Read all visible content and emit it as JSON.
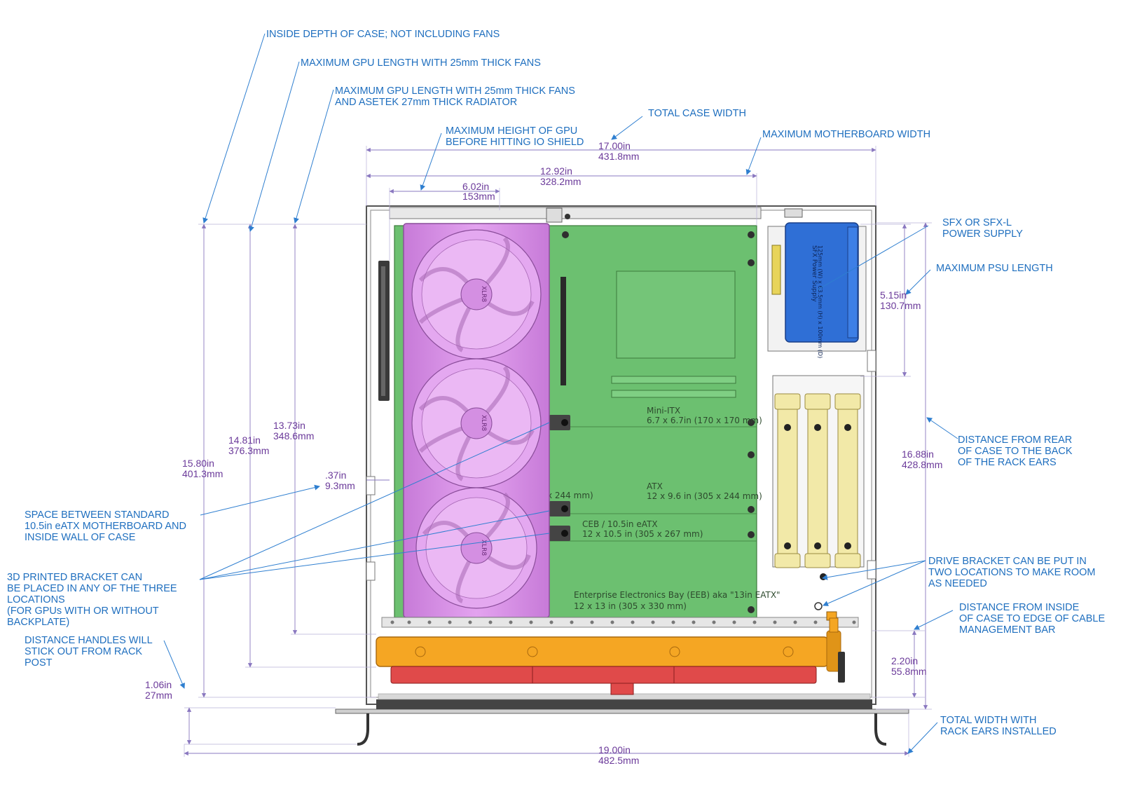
{
  "callouts": {
    "inside_depth": "INSIDE DEPTH OF CASE; NOT INCLUDING FANS",
    "gpu_len_25": "MAXIMUM GPU LENGTH WITH 25mm THICK FANS",
    "gpu_len_rad_1": "MAXIMUM GPU LENGTH WITH 25mm THICK FANS",
    "gpu_len_rad_2": "AND ASETEK 27mm THICK RADIATOR",
    "total_width": "TOTAL CASE WIDTH",
    "gpu_height_1": "MAXIMUM HEIGHT OF GPU",
    "gpu_height_2": "BEFORE HITTING IO SHIELD",
    "mb_width": "MAXIMUM MOTHERBOARD WIDTH",
    "psu_1": "SFX OR SFX-L",
    "psu_2": "POWER SUPPLY",
    "psu_len": "MAXIMUM PSU LENGTH",
    "rear_ears_1": "DISTANCE FROM REAR",
    "rear_ears_2": "OF CASE TO THE BACK",
    "rear_ears_3": "OF THE RACK EARS",
    "space_1": "SPACE BETWEEN STANDARD",
    "space_2": "10.5in eATX MOTHERBOARD AND",
    "space_3": "INSIDE WALL OF CASE",
    "bracket_1": "3D PRINTED BRACKET CAN",
    "bracket_2": "BE PLACED IN ANY OF THE THREE",
    "bracket_3": "LOCATIONS",
    "bracket_4": "(FOR GPUs WITH OR WITHOUT",
    "bracket_5": " BACKPLATE)",
    "handles_1": "DISTANCE HANDLES WILL",
    "handles_2": "STICK OUT FROM RACK",
    "handles_3": "POST",
    "drive_1": "DRIVE BRACKET CAN BE PUT IN",
    "drive_2": "TWO LOCATIONS TO MAKE ROOM",
    "drive_3": "AS NEEDED",
    "cable_1": "DISTANCE FROM INSIDE",
    "cable_2": "OF CASE TO EDGE OF CABLE",
    "cable_3": "MANAGEMENT BAR",
    "ears_1": "TOTAL WIDTH WITH",
    "ears_2": "RACK EARS INSTALLED"
  },
  "dimensions": {
    "total_width_in": "17.00in",
    "total_width_mm": "431.8mm",
    "mb_width_in": "12.92in",
    "mb_width_mm": "328.2mm",
    "gpu_height_in": "6.02in",
    "gpu_height_mm": "153mm",
    "psu_len_in": "5.15in",
    "psu_len_mm": "130.7mm",
    "rear_ears_in": "16.88in",
    "rear_ears_mm": "428.8mm",
    "inside_depth_in": "15.80in",
    "inside_depth_mm": "401.3mm",
    "gpu_len_in": "14.81in",
    "gpu_len_mm": "376.3mm",
    "gpu_len_rad_in": "13.73in",
    "gpu_len_rad_mm": "348.6mm",
    "space_in": ".37in",
    "space_mm": "9.3mm",
    "handles_in": "1.06in",
    "handles_mm": "27mm",
    "cable_in": "2.20in",
    "cable_mm": "55.8mm",
    "ears_in": "19.00in",
    "ears_mm": "482.5mm"
  },
  "board_labels": {
    "mini_itx_1": "Mini-ITX",
    "mini_itx_2": "6.7 x 6.7in (170 x 170 mm)",
    "atx_1": "ATX",
    "atx_2": "12 x 9.6 in (305 x 244 mm)",
    "atx_cut": "x 244 mm)",
    "ceb_1": "CEB / 10.5in eATX",
    "ceb_2": "12 x 10.5 in (305 x 267 mm)",
    "eeb_1": "Enterprise Electronics Bay (EEB) aka \"13in EATX\"",
    "eeb_2": "12 x 13 in (305 x 330 mm)"
  },
  "psu_labels": {
    "line1": "SFX Power Supply",
    "line2": "125mm (W) x 63.5mm (H) x 100mm (D)"
  },
  "gpu_brand": "XLR8",
  "colors": {
    "callout_text": "#1f6fbf",
    "dimension_text": "#6b3a9a",
    "motherboard": "#6cc070",
    "gpu": "#d98be8",
    "psu": "#2f6fd6",
    "radiator": "#f5a623",
    "fans_red": "#e04a4a",
    "drive_bracket": "#f2e9a8"
  }
}
